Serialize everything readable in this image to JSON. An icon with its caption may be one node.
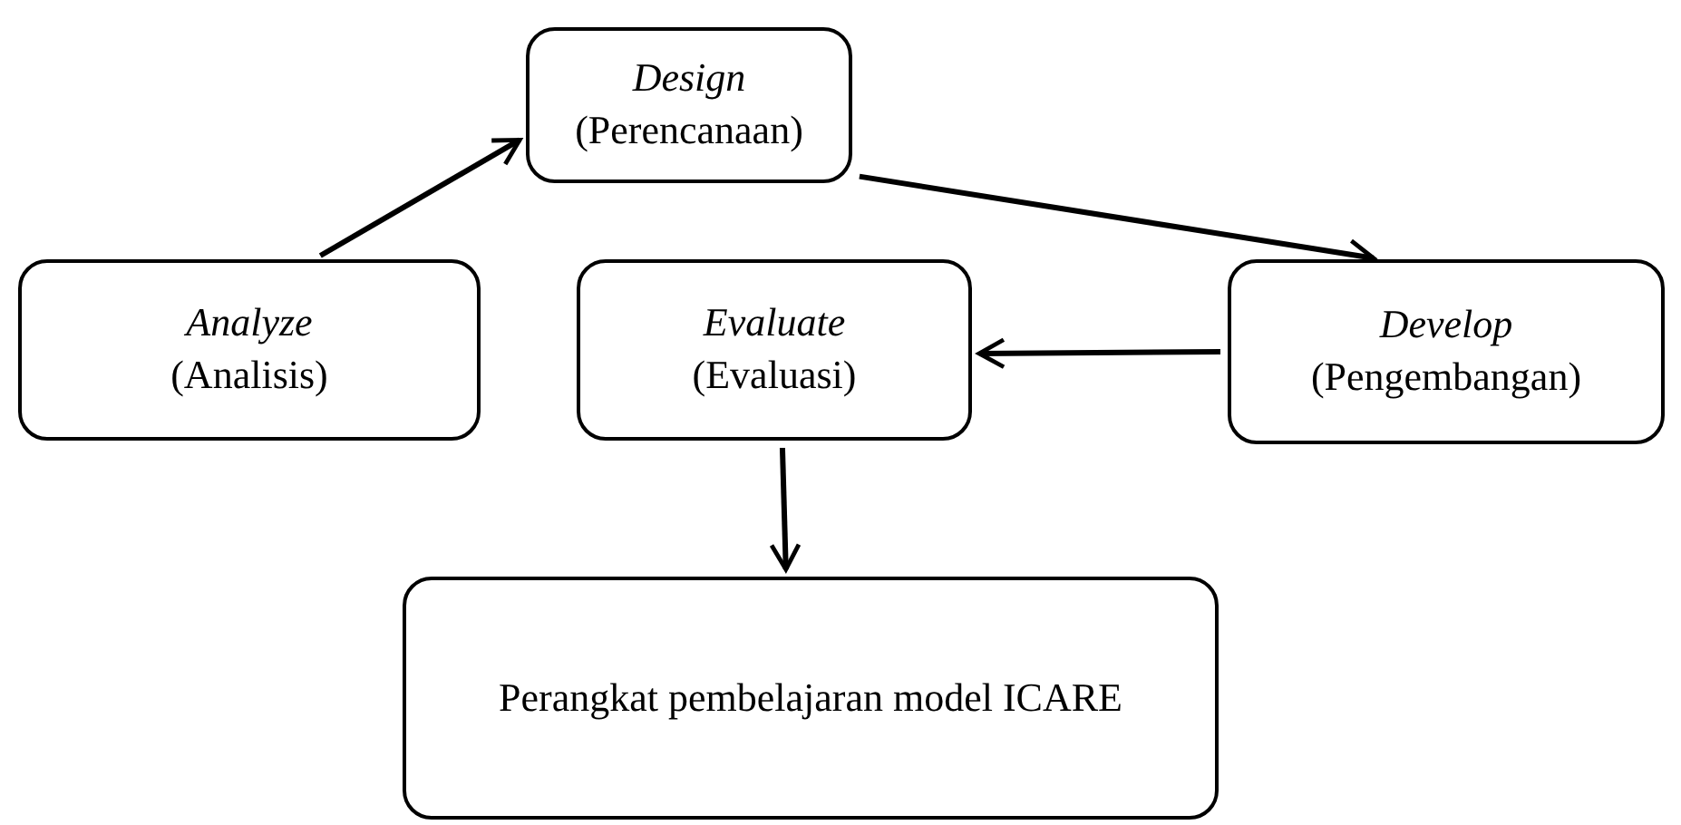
{
  "diagram": {
    "nodes": [
      {
        "text": [
          "Design",
          "(Perencanaan)"
        ]
      },
      {
        "text": [
          "Analyze",
          "(Analisis)"
        ]
      },
      {
        "text": [
          "Evaluate",
          "(Evaluasi)"
        ]
      },
      {
        "text": [
          "Develop",
          "(Pengembangan)"
        ]
      },
      {
        "text": [
          "Perangkat pembelajaran model ICARE"
        ]
      }
    ],
    "edges": [
      {
        "from": 1,
        "to": 0,
        "arrow": "to"
      },
      {
        "from": 0,
        "to": 3,
        "arrow": "to"
      },
      {
        "from": 3,
        "to": 2,
        "arrow": "to"
      },
      {
        "from": 2,
        "to": 4,
        "arrow": "to"
      }
    ]
  }
}
